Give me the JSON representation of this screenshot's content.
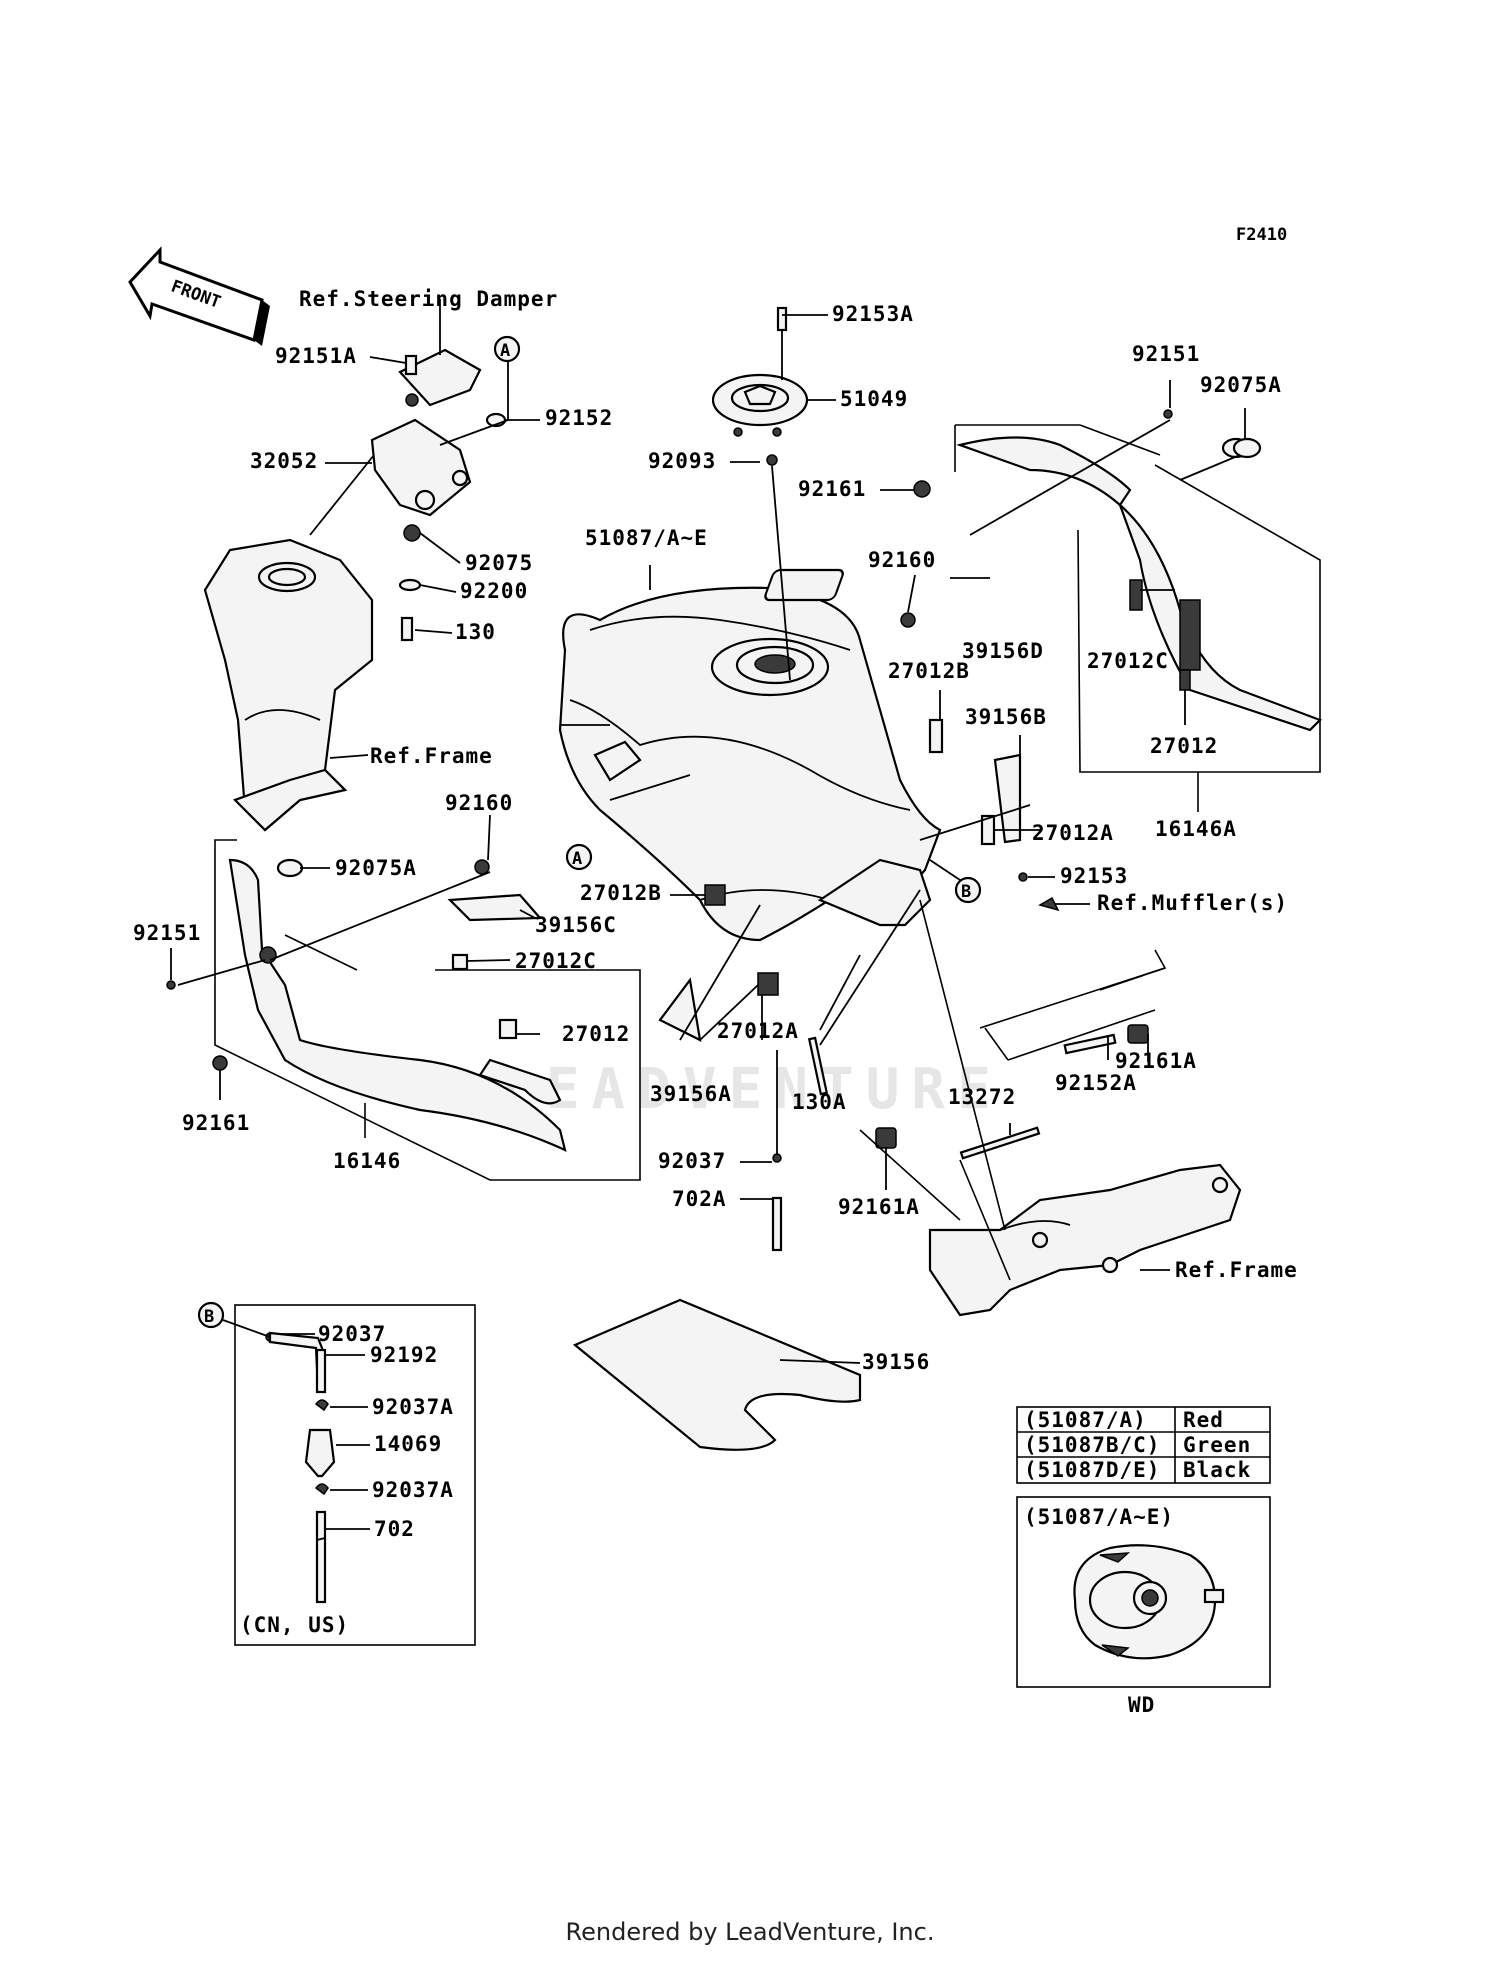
{
  "figure_code": "F2410",
  "front_label": "FRONT",
  "refs": {
    "steering_damper": "Ref.Steering Damper",
    "frame_left": "Ref.Frame",
    "frame_right": "Ref.Frame",
    "muffler": "Ref.Muffler(s)"
  },
  "circle_markers": [
    "A",
    "A",
    "B",
    "B"
  ],
  "parts": {
    "p92151A": "92151A",
    "p92152": "92152",
    "p32052": "32052",
    "p92075": "92075",
    "p92200": "92200",
    "p130": "130",
    "p92153A": "92153A",
    "p51049": "51049",
    "p92093": "92093",
    "p92161_top": "92161",
    "p51087": "51087/A~E",
    "p92160_top": "92160",
    "p92151_right": "92151",
    "p92075A_right": "92075A",
    "p39156D": "39156D",
    "p27012C_right": "27012C",
    "p27012_right": "27012",
    "p27012B_top": "27012B",
    "p39156B": "39156B",
    "p27012A_right": "27012A",
    "p16146A": "16146A",
    "p92153": "92153",
    "p92160_left": "92160",
    "p92075A_left": "92075A",
    "p39156C": "39156C",
    "p27012B_mid": "27012B",
    "p92151_left": "92151",
    "p27012C_left": "27012C",
    "p27012_left": "27012",
    "p27012A_mid": "27012A",
    "p39156A": "39156A",
    "p130A": "130A",
    "p92161_left": "92161",
    "p16146": "16146",
    "p92037_mid": "92037",
    "p702A": "702A",
    "p13272": "13272",
    "p92161A_right": "92161A",
    "p92152A": "92152A",
    "p92161A_mid": "92161A",
    "p39156": "39156",
    "p92037_b": "92037",
    "p92192": "92192",
    "p92037A_1": "92037A",
    "p14069": "14069",
    "p92037A_2": "92037A",
    "p702": "702",
    "cn_us": "(CN, US)"
  },
  "color_table": [
    {
      "code": "(51087/A)",
      "color": "Red"
    },
    {
      "code": "(51087B/C)",
      "color": "Green"
    },
    {
      "code": "(51087D/E)",
      "color": "Black"
    }
  ],
  "wd_box_title": "(51087/A~E)",
  "wd_label": "WD",
  "watermark": "LEADVENTURE",
  "footer": "Rendered by LeadVenture, Inc."
}
